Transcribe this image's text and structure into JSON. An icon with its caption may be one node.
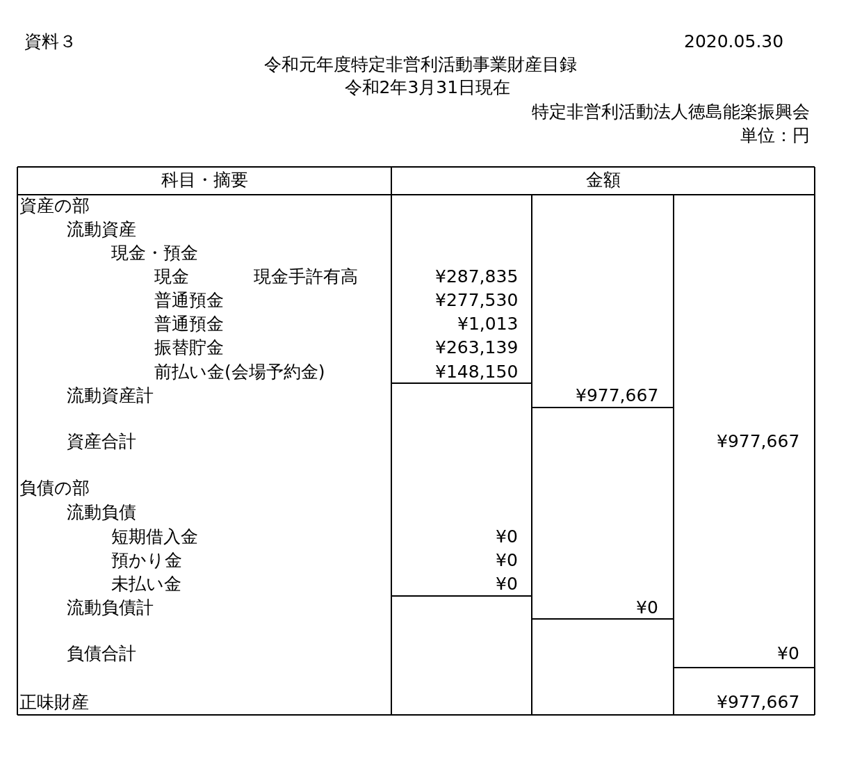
{
  "diagram": {
    "title": "令和元年度特定非営利活動事業財産目録",
    "labels": [
      "資料３",
      "2020.05.30",
      "令和2年3月31日現在",
      "特定非営利活動法人徳島能楽振興会",
      "単位：円",
      "科目・摘要",
      "金額",
      "資産の部",
      "流動資産",
      "現金・預金",
      "現金",
      "現金手許有高",
      "¥287,835",
      "普通預金",
      "¥277,530",
      "普通預金",
      "¥1,013",
      "振替貯金",
      "¥263,139",
      "前払い金(会場予約金)",
      "¥148,150",
      "流動資産計",
      "¥977,667",
      "資産合計",
      "¥977,667",
      "負債の部",
      "流動負債",
      "短期借入金",
      "¥0",
      "預かり金",
      "¥0",
      "未払い金",
      "¥0",
      "流動負債計",
      "¥0",
      "負債合計",
      "¥0",
      "正味財産",
      "¥977,667"
    ]
  }
}
